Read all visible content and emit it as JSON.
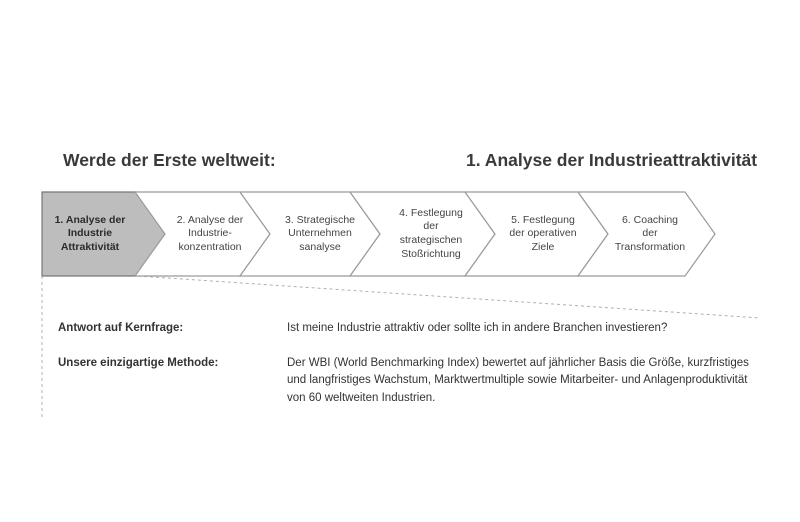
{
  "headline_left": "Werde der Erste weltweit:",
  "headline_right": "1. Analyse der Industrieattraktivität",
  "steps": [
    {
      "label": "1. Analyse der\nIndustrie\nAttraktivität",
      "active": true
    },
    {
      "label": "2. Analyse der\nIndustrie-\nkonzentration",
      "active": false
    },
    {
      "label": "3. Strategische\nUnternehmen\nsanalyse",
      "active": false
    },
    {
      "label": "4. Festlegung\nder\nstrategischen\nStoßrichtung",
      "active": false
    },
    {
      "label": "5. Festlegung\nder operativen\nZiele",
      "active": false
    },
    {
      "label": "6. Coaching\nder\nTransformation",
      "active": false
    }
  ],
  "rows": [
    {
      "label": "Antwort auf Kernfrage:",
      "text": "Ist meine Industrie attraktiv oder sollte ich in andere Branchen investieren?"
    },
    {
      "label": "Unsere einzigartige Methode:",
      "text": "Der WBI (World Benchmarking Index) bewertet auf jährlicher Basis die Größe, kurzfristiges und langfristiges Wachstum, Marktwertmultiple sowie Mitarbeiter- und Anlagenproduktivität von 60 weltweiten Industrien."
    }
  ],
  "colors": {
    "active_fill": "#bdbdbd",
    "active_stroke": "#777777",
    "inactive_fill": "#ffffff",
    "inactive_stroke": "#9a9a9a",
    "dash": "#b0b0b0"
  }
}
